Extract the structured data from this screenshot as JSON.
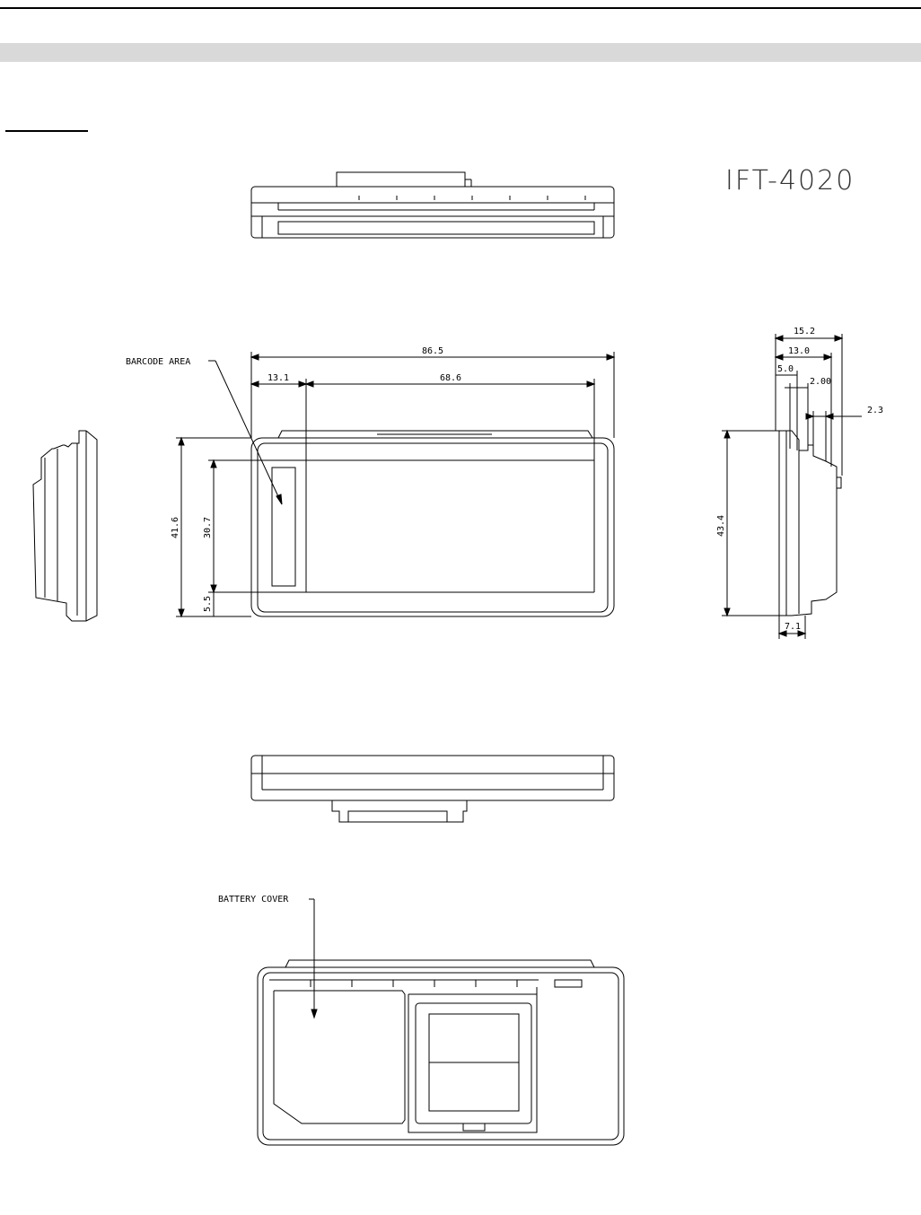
{
  "model": "IFT-4020",
  "callouts": {
    "barcode_area": "BARCODE AREA",
    "battery_cover": "BATTERY COVER"
  },
  "dimensions": {
    "overall_width": "86.5",
    "barcode_offset": "13.1",
    "inner_width": "68.6",
    "overall_height": "41.6",
    "inner_height": "30.7",
    "bottom_margin": "5.5",
    "side_depth_total": "15.2",
    "side_depth_13": "13.0",
    "side_depth_5": "5.0",
    "side_depth_2": "2.00",
    "side_step": "2.3",
    "side_height": "43.4",
    "side_bottom": "7.1"
  }
}
